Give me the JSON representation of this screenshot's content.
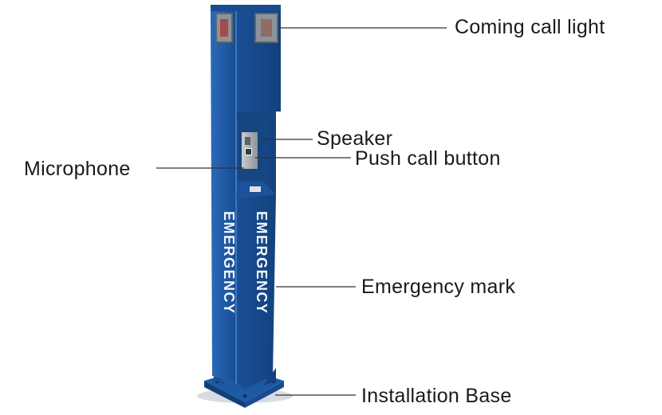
{
  "diagram": {
    "callouts": {
      "coming_call_light": "Coming call light",
      "speaker": "Speaker",
      "push_call_button": "Push call button",
      "microphone": "Microphone",
      "emergency_mark": "Emergency mark",
      "installation_base": "Installation Base"
    },
    "pillar": {
      "printed_text_left": "EMERGENCY",
      "printed_text_right": "EMERGENCY"
    },
    "colors": {
      "pillar_front": "#1f5aa6",
      "pillar_side": "#174b8f",
      "pillar_dark": "#123c74",
      "leader_line": "#333333",
      "label_text": "#1a1a1a"
    }
  }
}
